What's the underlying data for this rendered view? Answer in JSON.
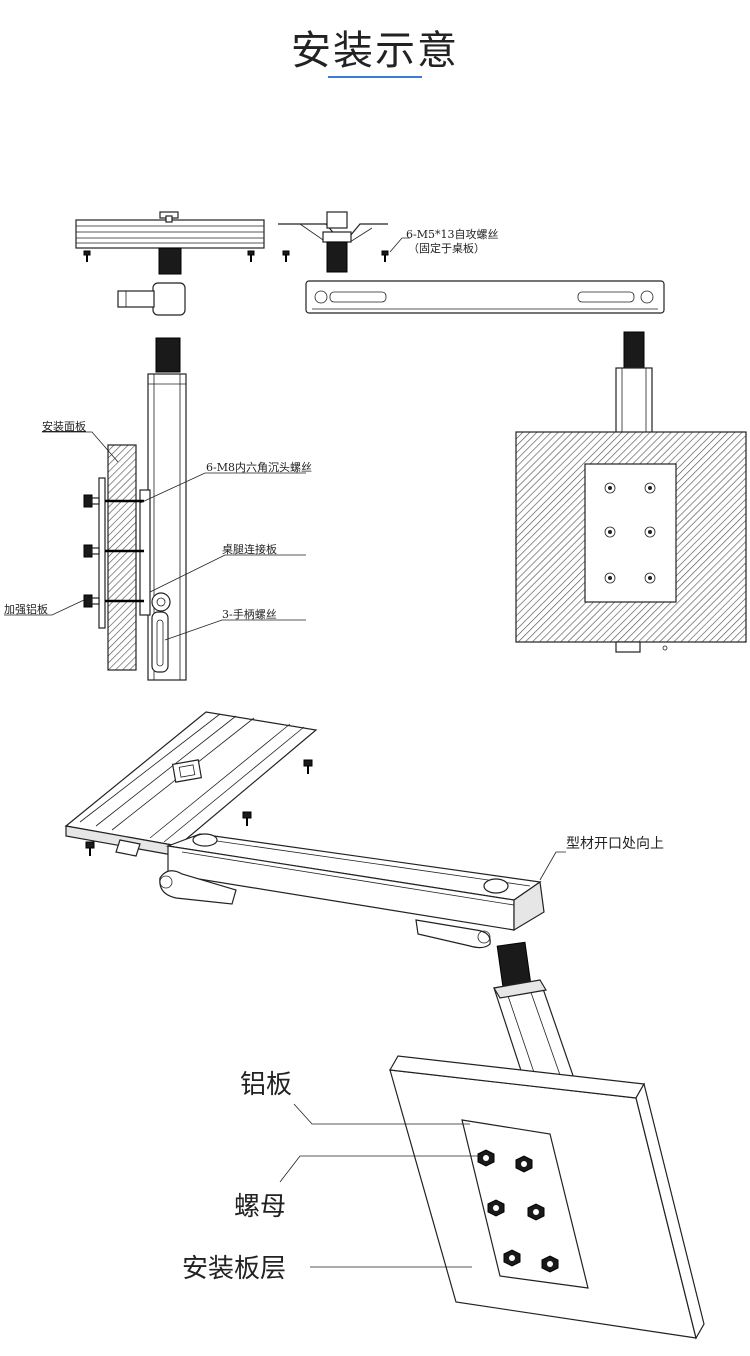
{
  "title": "安装示意",
  "labels": {
    "screws_top": "6-M5*13自攻螺丝",
    "screws_top_note": "（固定于桌板）",
    "install_panel": "安装面板",
    "hex_screws": "6-M8内六角沉头螺丝",
    "leg_plate": "桌腿连接板",
    "handle_screws": "3-手柄螺丝",
    "reinforce_plate": "加强铝板",
    "profile_open": "型材开口处向上",
    "aluminum_plate": "铝板",
    "nut": "螺母",
    "mount_layer": "安装板层"
  },
  "colors": {
    "accent": "#3a7bd5",
    "line": "#222222",
    "hatch": "#444444"
  }
}
